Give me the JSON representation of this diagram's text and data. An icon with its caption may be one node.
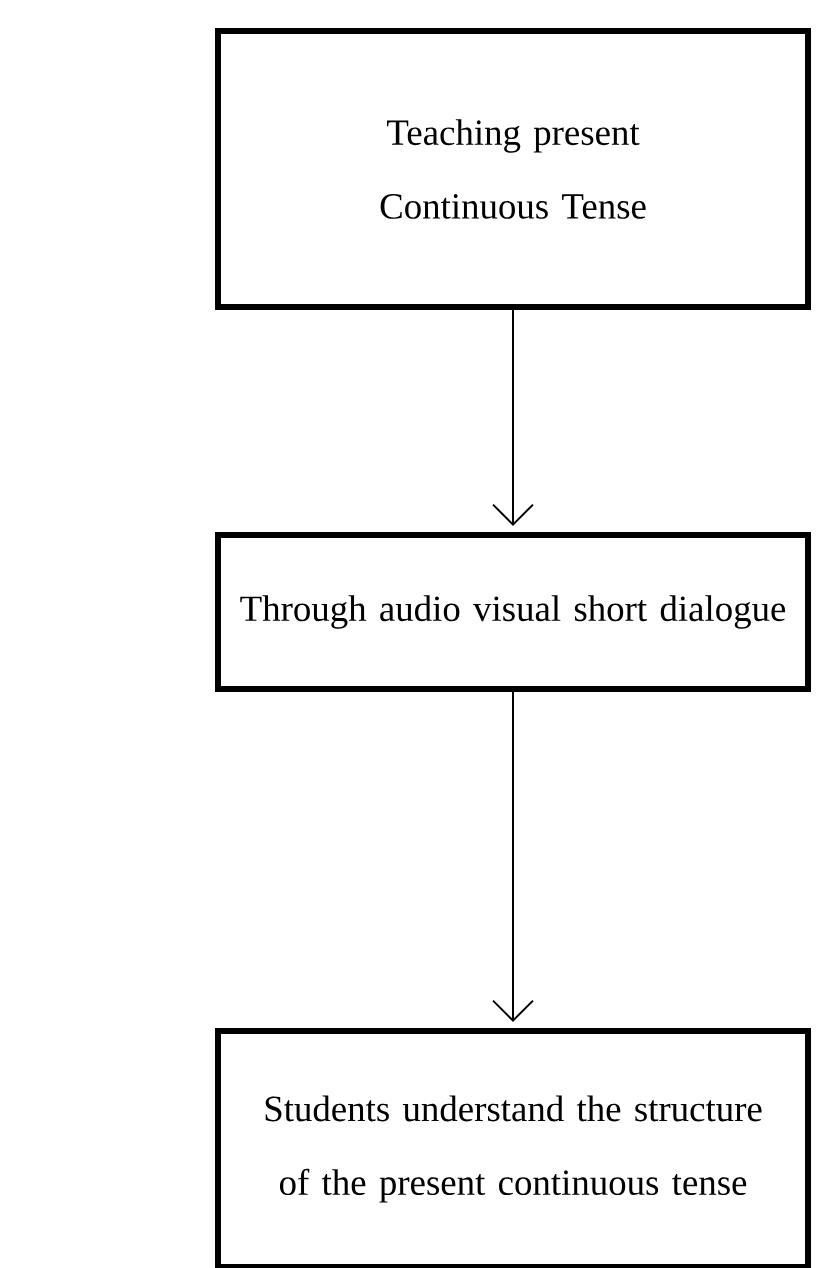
{
  "diagram": {
    "nodes": [
      {
        "text": [
          "Teaching present Continuous Tense"
        ]
      },
      {
        "text": [
          "Through audio visual short dialogue"
        ]
      },
      {
        "text": [
          "Students understand the structure of the present continuous tense"
        ]
      }
    ],
    "edges": [
      {
        "from": 0,
        "to": 1,
        "arrow": "to"
      },
      {
        "from": 1,
        "to": 2,
        "arrow": "to"
      }
    ]
  }
}
